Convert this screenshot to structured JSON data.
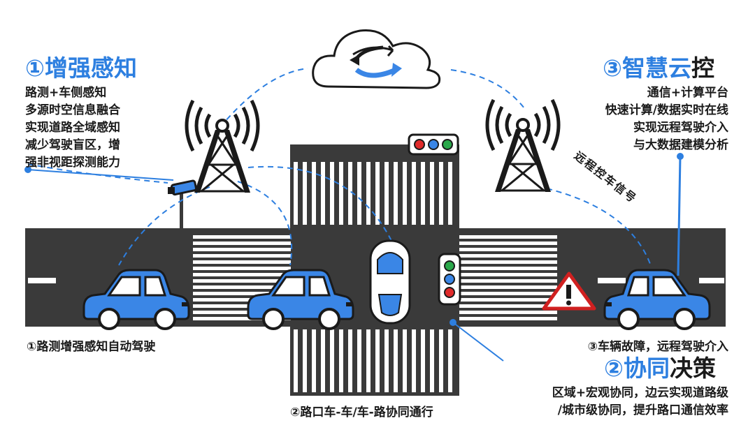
{
  "blocks": {
    "enhanced": {
      "title_num": "①",
      "title_text": "增强感知",
      "lines": [
        "路测+车侧感知",
        "多源时空信息融合",
        "实现道路全域感知",
        "减少驾驶盲区，增",
        "强非视距探测能力"
      ]
    },
    "cloud_control": {
      "title_num": "③",
      "title_text": "智慧云",
      "title_tail": "控",
      "lines": [
        "通信+计算平台",
        "快速计算/数据实时在线",
        "实现远程驾驶介入",
        "与大数据建模分析"
      ]
    },
    "collab": {
      "title_num": "②",
      "title_text": "协同",
      "title_tail": "决策",
      "lines": [
        "区域+宏观协同，边云实现道路级",
        "/城市级协同，提升路口通信效率"
      ]
    }
  },
  "captions": {
    "left": "①路测增强感知自动驾驶",
    "center": "②路口车-车/车-路协同通行",
    "right": "③车辆故障，远程驾驶介入"
  },
  "signal_label": "远程控车信号",
  "colors": {
    "accent_blue": "#2d7fe0",
    "car_blue": "#3a86e6",
    "road": "#3a3a3a",
    "light_red": "#e02a2a",
    "light_green": "#2aa84a",
    "warning_red": "#d02020"
  }
}
